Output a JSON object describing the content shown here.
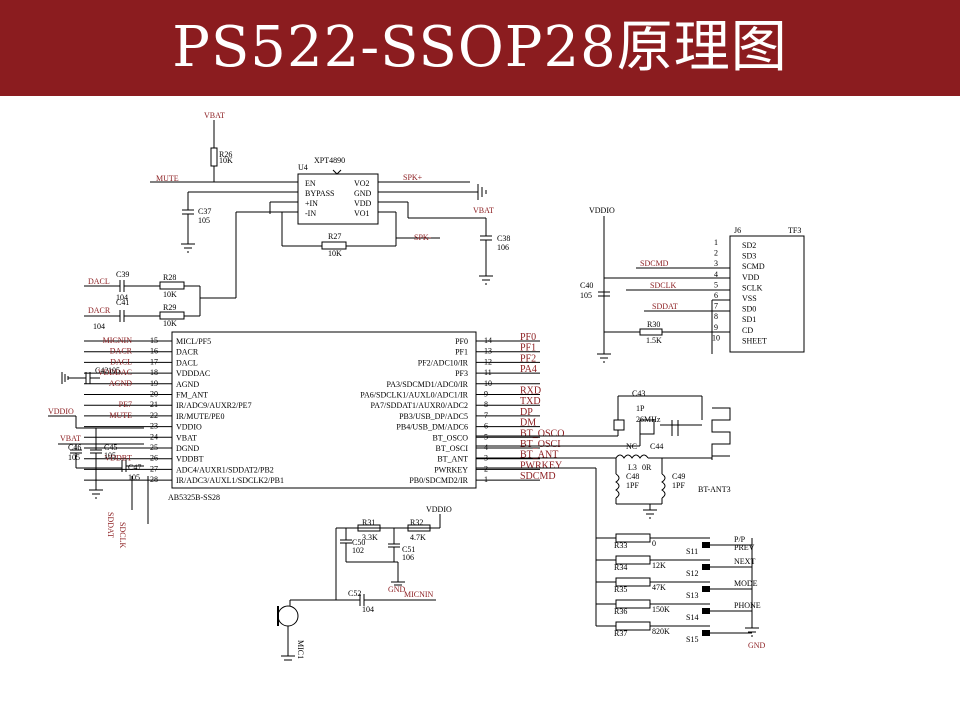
{
  "header": {
    "title": "PS522-SSOP28原理图",
    "bg_color": "#8b1c1f",
    "text_color": "#ffffff"
  },
  "labels": {
    "vbat": "VBAT",
    "r26": "R26",
    "r26_val": "10K",
    "mute": "MUTE",
    "u4": "U4",
    "u4_part": "XPT4890",
    "u4_pins_left": [
      "EN",
      "BYPASS",
      "+IN",
      "-IN"
    ],
    "u4_pins_right": [
      "VO2",
      "GND",
      "VDD",
      "VO1"
    ],
    "spk_pos": "SPK+",
    "spk_neg": "SPK-",
    "vbat2": "VBAT",
    "c37": "C37",
    "c37_val": "105",
    "r27": "R27",
    "r27_val": "10K",
    "c38": "C38",
    "c38_val": "106",
    "dacl": "DACL",
    "dacr": "DACR",
    "c39": "C39",
    "c39_val": "104",
    "c41": "C41",
    "c41_val": "104",
    "r28": "R28",
    "r28_val": "10K",
    "r29": "R29",
    "r29_val": "10K",
    "vddio": "VDDIO",
    "j6": "J6",
    "tf3": "TF3",
    "c40": "C40",
    "c40_val": "105",
    "r30": "R30",
    "r30_val": "1.5K",
    "sdcmd": "SDCMD",
    "sdclk": "SDCLK",
    "sddat": "SDDAT"
  },
  "tf_pins": [
    {
      "num": "1",
      "name": "SD2"
    },
    {
      "num": "2",
      "name": "SD3"
    },
    {
      "num": "3",
      "name": "SCMD"
    },
    {
      "num": "4",
      "name": "VDD"
    },
    {
      "num": "5",
      "name": "SCLK"
    },
    {
      "num": "6",
      "name": "VSS"
    },
    {
      "num": "7",
      "name": "SD0"
    },
    {
      "num": "8",
      "name": "SD1"
    },
    {
      "num": "9",
      "name": "CD"
    },
    {
      "num": "10",
      "name": "SHEET"
    }
  ],
  "ic": {
    "part": "AB5325B-SS28",
    "left_pins": [
      {
        "num": "15",
        "name": "MICL/PF5",
        "net": "MICNIN"
      },
      {
        "num": "16",
        "name": "DACR",
        "net": "DACR"
      },
      {
        "num": "17",
        "name": "DACL",
        "net": "DACL"
      },
      {
        "num": "18",
        "name": "VDDDAC",
        "net": "VDDDAC"
      },
      {
        "num": "19",
        "name": "AGND",
        "net": "AGND"
      },
      {
        "num": "20",
        "name": "FM_ANT",
        "net": ""
      },
      {
        "num": "21",
        "name": "IR/ADC9/AUXR2/PE7",
        "net": "PE7"
      },
      {
        "num": "22",
        "name": "IR/MUTE/PE0",
        "net": "MUTE"
      },
      {
        "num": "23",
        "name": "VDDIO",
        "net": ""
      },
      {
        "num": "24",
        "name": "VBAT",
        "net": ""
      },
      {
        "num": "25",
        "name": "DGND",
        "net": ""
      },
      {
        "num": "26",
        "name": "VDDBT",
        "net": "VDDBT"
      },
      {
        "num": "27",
        "name": "ADC4/AUXR1/SDDAT2/PB2",
        "net": ""
      },
      {
        "num": "28",
        "name": "IR/ADC3/AUXL1/SDCLK2/PB1",
        "net": ""
      }
    ],
    "right_pins": [
      {
        "num": "14",
        "name": "PF0",
        "net": "PF0"
      },
      {
        "num": "13",
        "name": "PF1",
        "net": "PF1"
      },
      {
        "num": "12",
        "name": "PF2/ADC10/IR",
        "net": "PF2"
      },
      {
        "num": "11",
        "name": "PF3",
        "net": "PA4"
      },
      {
        "num": "10",
        "name": "PA3/SDCMD1/ADC0/IR",
        "net": ""
      },
      {
        "num": "9",
        "name": "PA6/SDCLK1/AUXL0/ADC1/IR",
        "net": "RXD"
      },
      {
        "num": "8",
        "name": "PA7/SDDAT1/AUXR0/ADC2",
        "net": "TXD"
      },
      {
        "num": "7",
        "name": "PB3/USB_DP/ADC5",
        "net": "DP"
      },
      {
        "num": "6",
        "name": "PB4/USB_DM/ADC6",
        "net": "DM"
      },
      {
        "num": "5",
        "name": "BT_OSCO",
        "net": "BT_OSCO"
      },
      {
        "num": "4",
        "name": "BT_OSCI",
        "net": "BT_OSCI"
      },
      {
        "num": "3",
        "name": "BT_ANT",
        "net": "BT_ANT"
      },
      {
        "num": "2",
        "name": "PWRKEY",
        "net": "PWRKEY"
      },
      {
        "num": "1",
        "name": "PB0/SDCMD2/IR",
        "net": "SDCMD"
      }
    ]
  },
  "left_caps": {
    "c42": "C42",
    "c42_val": "105",
    "vddio": "VDDIO",
    "vbat": "VBAT",
    "c46": "C46",
    "c46_val": "105",
    "c45": "C45",
    "c45_val": "105",
    "c47": "C47",
    "c47_val": "105",
    "sddat": "SDDAT",
    "sdclk": "SDCLK"
  },
  "crystal": {
    "c43": "C43",
    "c43_val": "1P",
    "freq": "26MHz",
    "nc": "NC",
    "c44": "C44"
  },
  "antenna": {
    "l3": "L3",
    "l3_val": "0R",
    "c48": "C48",
    "c48_val": "1PF",
    "c49": "C49",
    "c49_val": "1PF",
    "name": "BT-ANT3"
  },
  "mic": {
    "vddio": "VDDIO",
    "r31": "R31",
    "r31_val": "3.3K",
    "r32": "R32",
    "r32_val": "4.7K",
    "c50": "C50",
    "c50_val": "102",
    "c51": "C51",
    "c51_val": "106",
    "gnd": "GND",
    "c52": "C52",
    "c52_val": "104",
    "micnin": "MICNIN",
    "mic_name": "MIC1"
  },
  "keys": [
    {
      "res": "R33",
      "val": "0",
      "sw": "S11",
      "label": "P/P",
      "label2": "PREV"
    },
    {
      "res": "R34",
      "val": "12K",
      "sw": "S12",
      "label": "NEXT",
      "label2": ""
    },
    {
      "res": "R35",
      "val": "47K",
      "sw": "S13",
      "label": "MODE",
      "label2": ""
    },
    {
      "res": "R36",
      "val": "150K",
      "sw": "S14",
      "label": "PHONE",
      "label2": ""
    },
    {
      "res": "R37",
      "val": "820K",
      "sw": "S15",
      "label": "",
      "label2": ""
    }
  ],
  "keys_gnd": "GND"
}
